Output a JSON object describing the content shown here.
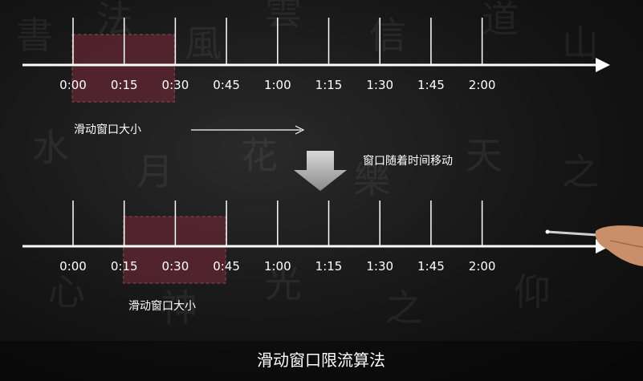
{
  "timeline": {
    "ticks": [
      "0:00",
      "0:15",
      "0:30",
      "0:45",
      "1:00",
      "1:15",
      "1:30",
      "1:45",
      "2:00"
    ]
  },
  "top_window": {
    "label": "滑动窗口大小",
    "start_index": 0,
    "end_index": 2
  },
  "bottom_window": {
    "label": "滑动窗口大小",
    "start_index": 1,
    "end_index": 3
  },
  "move_note": "窗口随着时间移动",
  "caption": "滑动窗口限流算法",
  "colors": {
    "window_fill": "#5a2630",
    "axis": "#ffffff",
    "text": "#ffffff"
  }
}
